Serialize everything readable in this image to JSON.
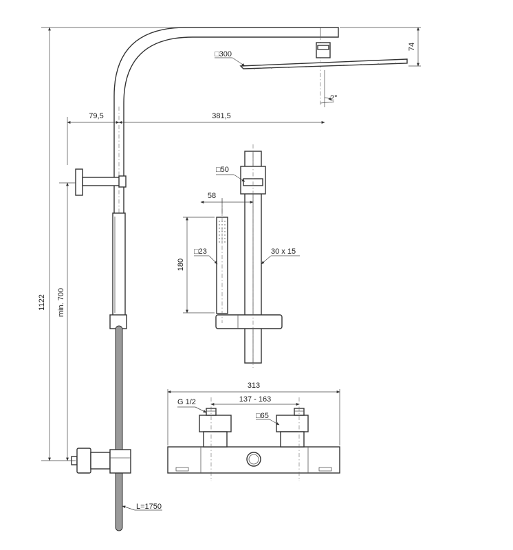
{
  "labels": {
    "head_size": "□300",
    "head_height": "74",
    "tilt_angle": "2°",
    "wall_offset": "79,5",
    "arm_reach": "381,5",
    "total_height": "1122",
    "min_height": "min. 700",
    "slider_size": "□50",
    "handshower_offset": "58",
    "handshower_length": "180",
    "handshower_size": "□23",
    "bar_section": "30 x 15",
    "mixer_width": "313",
    "connection_thread": "G 1/2",
    "connection_spacing": "137 - 163",
    "escutcheon_size": "□65",
    "hose_length": "L=1750"
  }
}
